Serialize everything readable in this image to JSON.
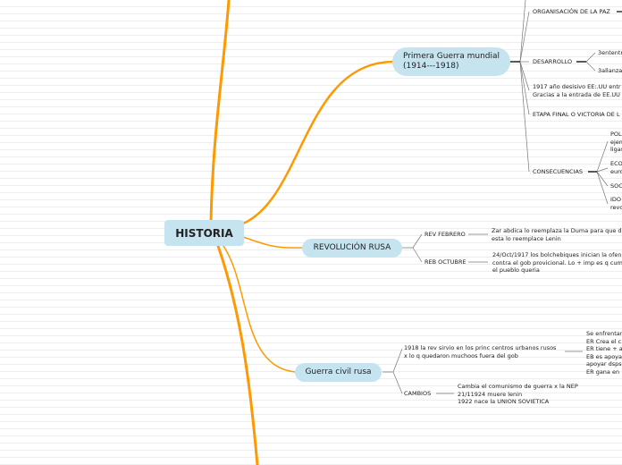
{
  "root": {
    "label": "HISTORIA"
  },
  "colors": {
    "branch": "#ff9900",
    "node_fill": "#c6e4ef",
    "leaf_line": "#777777"
  },
  "branches": [
    {
      "label": "Primera Guerra mundial\n(1914---1918)",
      "children": [
        {
          "label": "ORGANISACIÓN DE LA PAZ"
        },
        {
          "label": "DESARROLLO",
          "children": [
            "3ententr",
            "3allanza"
          ]
        },
        {
          "label": "1917 año desisivo EE:.UU entr\nGracias a la entrada de EE.UU"
        },
        {
          "label": "ETAPA FINAL O VICTORIA DE L"
        },
        {
          "label": "CONSECUENCIAS",
          "children": [
            "POLI\nejem\nligas",
            "ECO\neuro",
            "SOC",
            "IDO\nrevo"
          ]
        }
      ]
    },
    {
      "label": "REVOLUCIÓN RUSA",
      "children": [
        {
          "label": "REV FEBRERO",
          "detail": "Zar abdica lo reemplaza la Duma para que d\nesta lo reemplace Lenin"
        },
        {
          "label": "REB OCTUBRE",
          "detail": "24/Oct/1917 los bolchebiques inician la ofen\ncontra el gob provicional. Lo + imp es q cum\nel pueblo queria"
        }
      ]
    },
    {
      "label": "Guerra civil rusa",
      "children": [
        {
          "label": "1918 la rev sirvio en los princ centros urbanos rusos\nx lo q quedaron muchoos fuera del gob",
          "detail": "Se enfrentan\nER Crea el c\nER tiene + a\nEB es apoya\napoyar dsps\nER gana en"
        },
        {
          "label": "CAMBIOS",
          "detail": "Cambia el comunismo de guerra x la NEP\n21/11924 muere lenin\n1922 nace la UNION SOVIETICA"
        }
      ]
    }
  ]
}
